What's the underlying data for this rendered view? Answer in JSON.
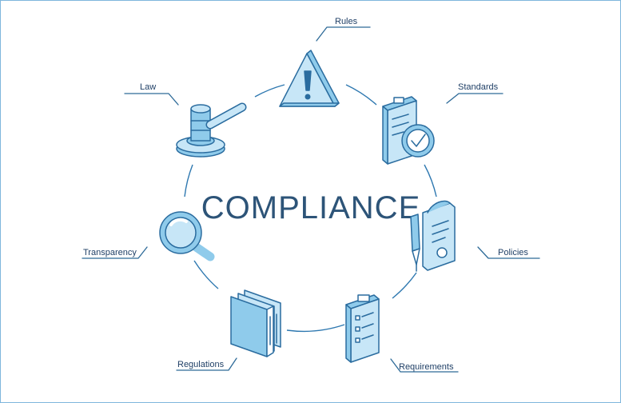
{
  "title": "COMPLIANCE",
  "colors": {
    "outline": "#2a6c9f",
    "light_fill": "#c7e6f7",
    "mid_fill": "#8fcbeb",
    "white": "#ffffff",
    "text": "#1f3f66",
    "border": "#7fb6dd"
  },
  "nodes": [
    {
      "id": "rules",
      "label": "Rules",
      "icon": "warning-triangle-icon"
    },
    {
      "id": "standards",
      "label": "Standards",
      "icon": "checklist-approval-icon"
    },
    {
      "id": "policies",
      "label": "Policies",
      "icon": "document-pen-icon"
    },
    {
      "id": "requirements",
      "label": "Requirements",
      "icon": "clipboard-checklist-icon"
    },
    {
      "id": "regulations",
      "label": "Regulations",
      "icon": "binders-icon"
    },
    {
      "id": "transparency",
      "label": "Transparency",
      "icon": "magnifier-icon"
    },
    {
      "id": "law",
      "label": "Law",
      "icon": "gavel-icon"
    }
  ]
}
